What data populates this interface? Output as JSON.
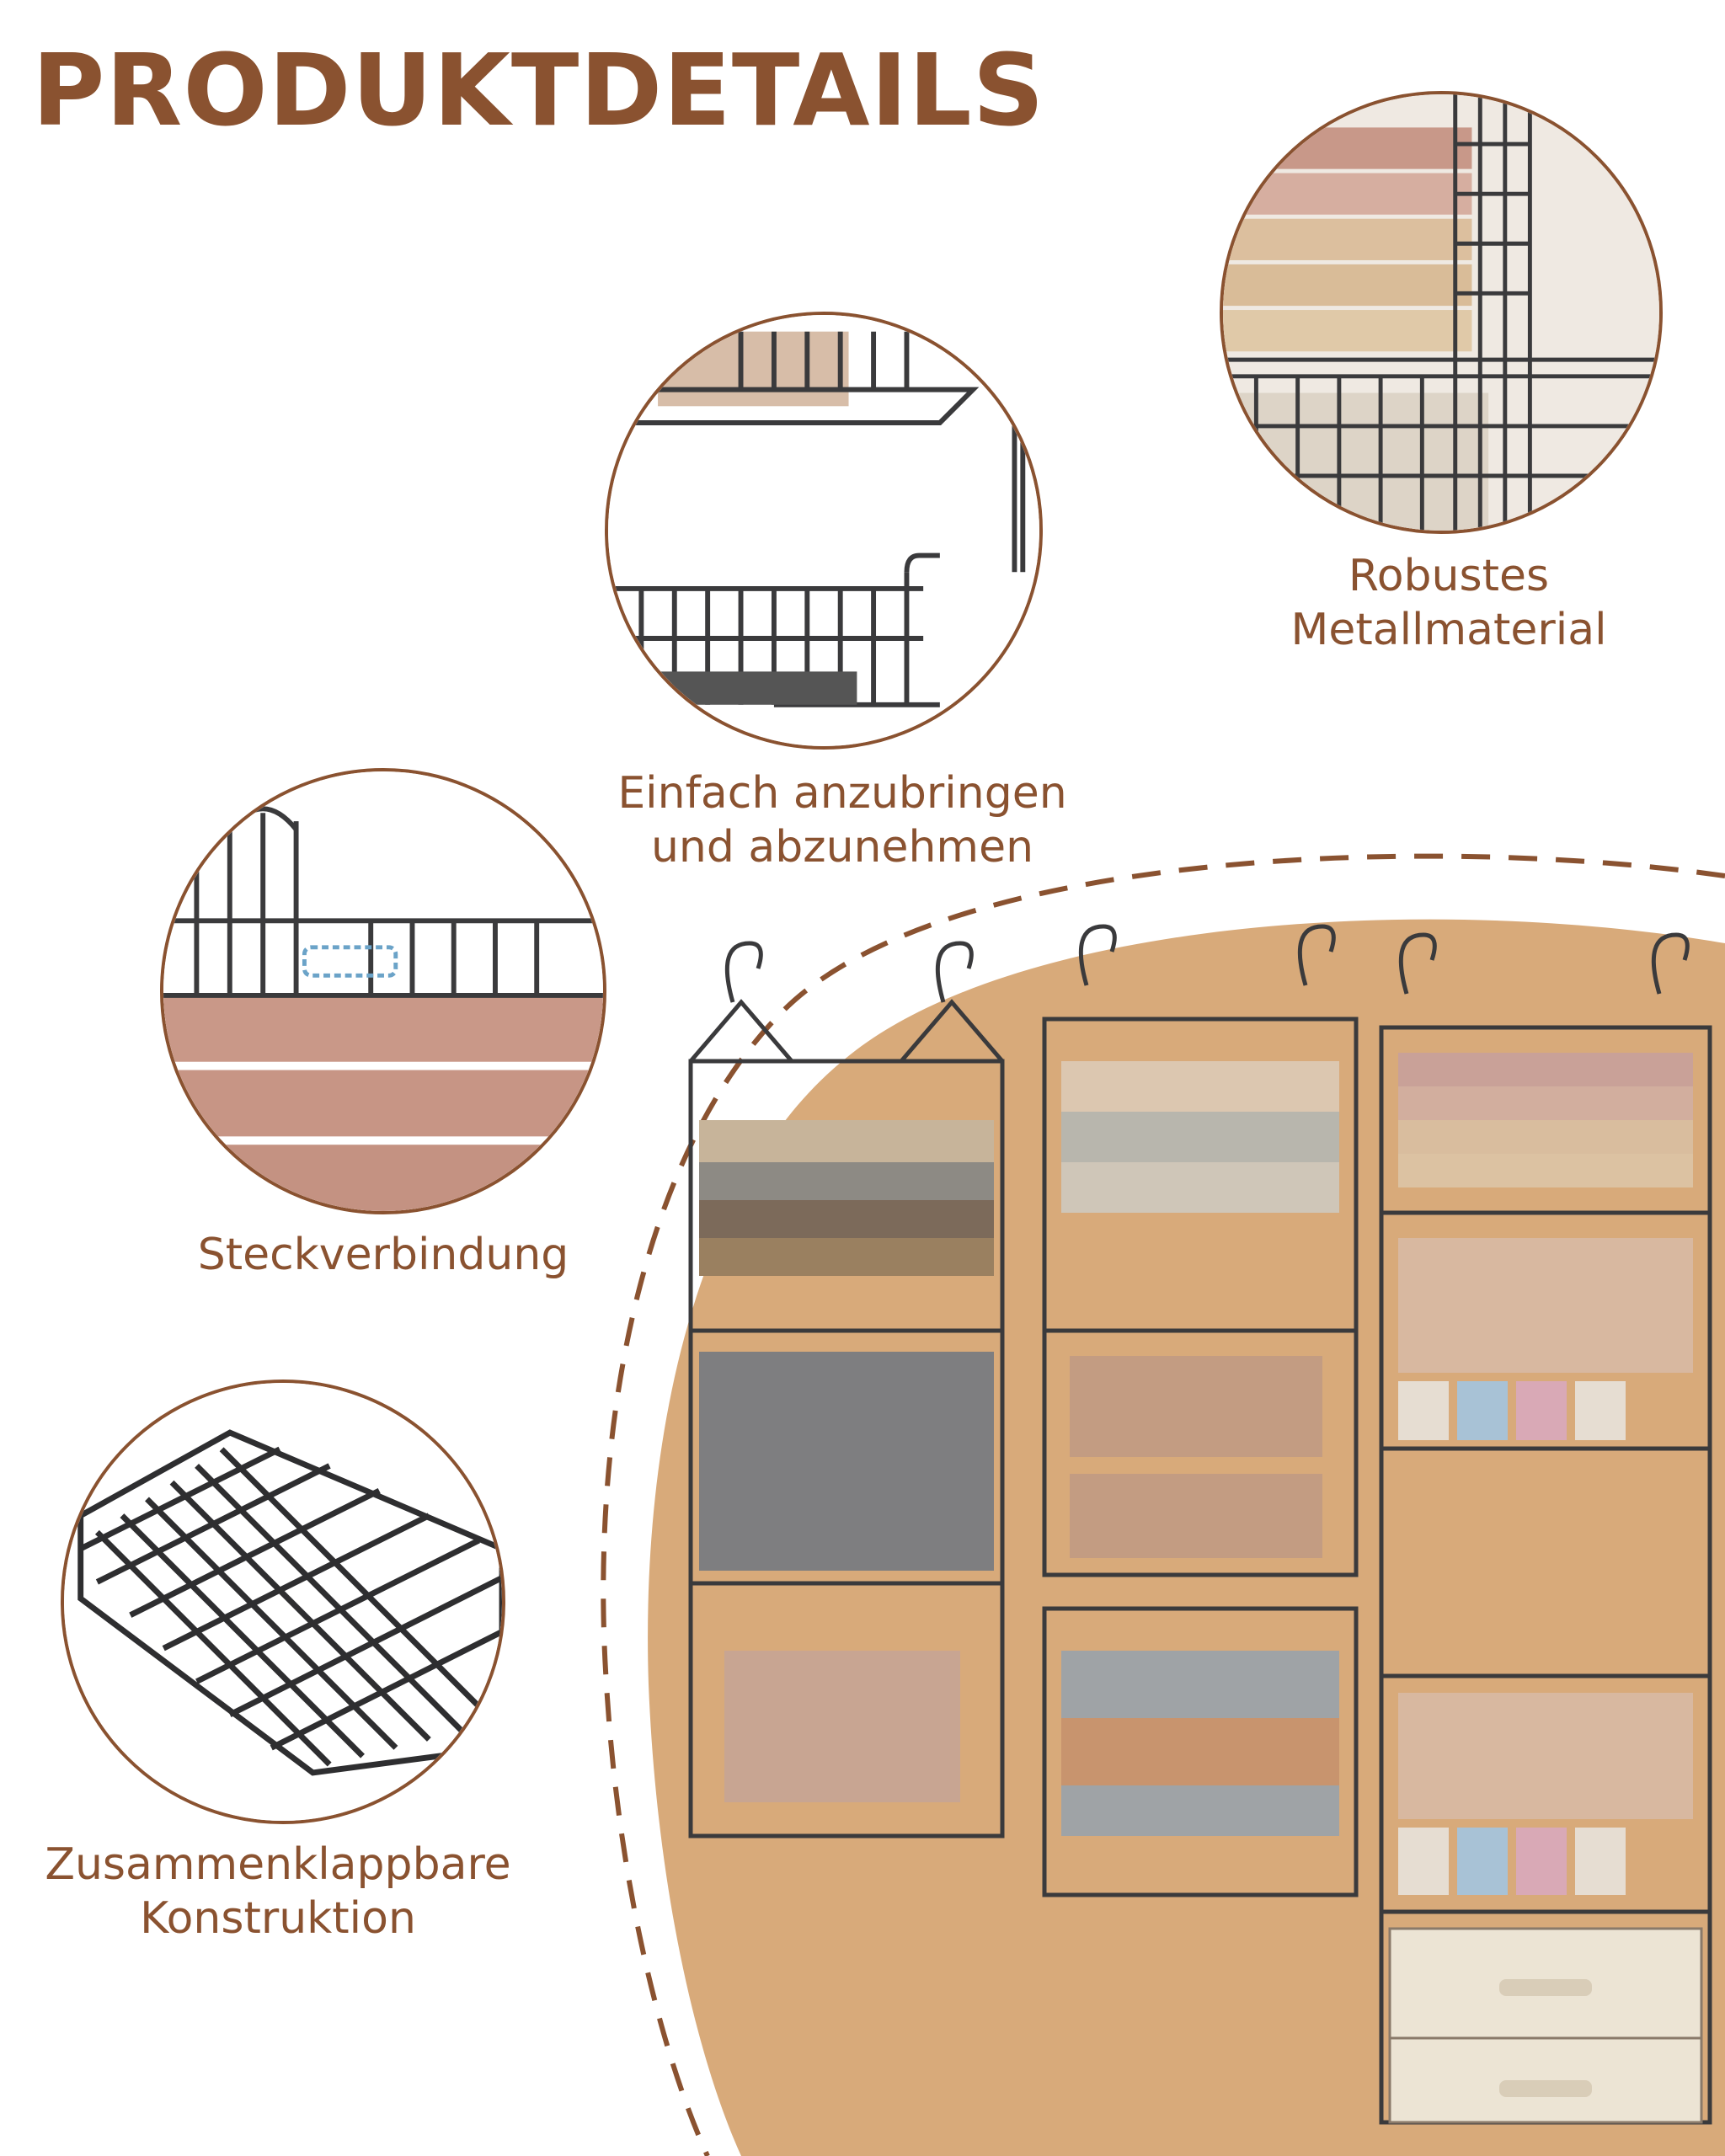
{
  "page": {
    "title": "PRODUKTDETAILS",
    "colors": {
      "brand_brown": "#8a5230",
      "tan_background": "#d8aa7a",
      "wire_metal": "#3a3a3c"
    }
  },
  "features": [
    {
      "id": "metal",
      "lines": [
        "Robustes",
        "Metallmaterial"
      ]
    },
    {
      "id": "mount",
      "lines": [
        "Einfach anzubringen",
        "und abzunehmen"
      ]
    },
    {
      "id": "connector",
      "lines": [
        "Steckverbindung"
      ]
    },
    {
      "id": "foldable",
      "lines": [
        "Zusammenklappbare",
        "Konstruktion"
      ]
    }
  ]
}
